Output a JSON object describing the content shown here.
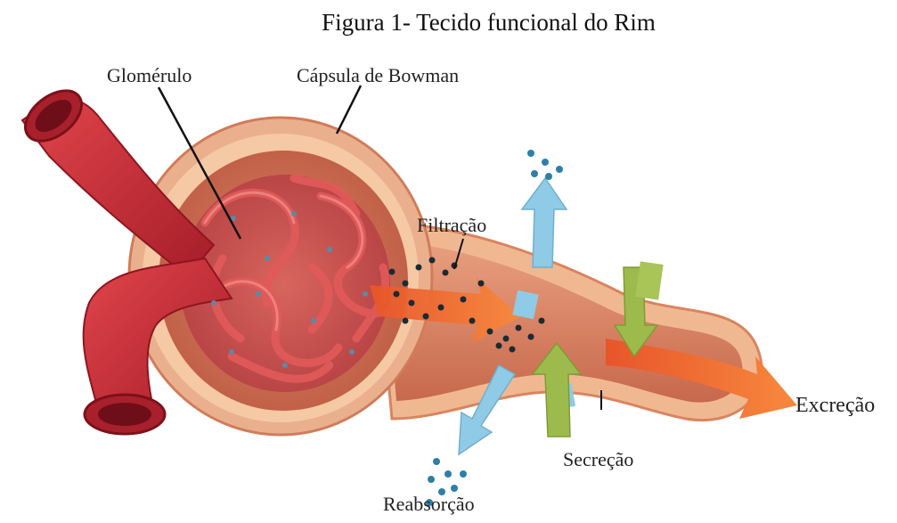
{
  "figure": {
    "caption": "Figura 1- Tecido funcional do Rim"
  },
  "labels": {
    "glomerulo": "Glomérulo",
    "capsula": "Cápsula de Bowman",
    "filtracao": "Filtração",
    "excrecao": "Excreção",
    "secrecao": "Secreção",
    "reabsorcao": "Reabsorção"
  },
  "colors": {
    "vessel": "#c62a34",
    "capsule": "#d9775d",
    "capsule_light": "#f3c39c",
    "tubule_inner": "#c0583f",
    "filtration_arrow": "#ef6b2b",
    "reabsorption_arrow": "#8fcbe6",
    "secretion_arrow": "#9dbb4c",
    "particle": "#1b3a4a"
  }
}
